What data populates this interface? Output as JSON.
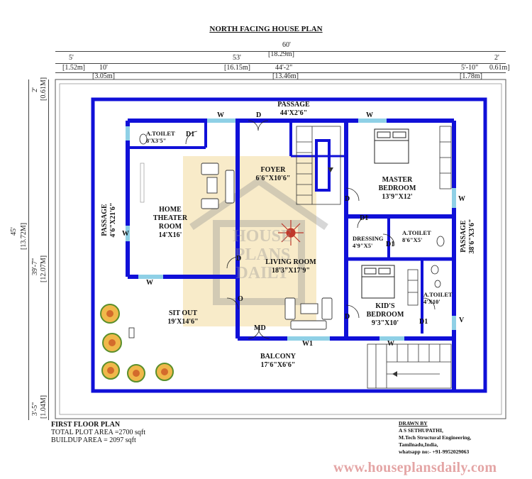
{
  "title": "NORTH FACING HOUSE PLAN",
  "dimensions": {
    "total_width_ft": "60'",
    "total_width_m": "[18.29m]",
    "d5_ft": "5'",
    "d5_m": "[1.52m]",
    "d53_ft": "53'",
    "d53_m": "[16.15m]",
    "d2_ft": "2'",
    "d2_m": "0.61m]",
    "d10_ft": "10'",
    "d10_m": "[3.05m]",
    "d44_ft": "44'-2\"",
    "d44_m": "[13.46m]",
    "d5_10_ft": "5'-10\"",
    "d5_10_m": "[1.78m]",
    "left_2_ft": "2'",
    "left_2_m": "[0.61M]",
    "left_45_ft": "45'",
    "left_45_m": "[13.72M]",
    "left_39_ft": "39'-7\"",
    "left_39_m": "[12.07M]",
    "left_3_ft": "3'-5\"",
    "left_3_m": "[1.04M]"
  },
  "rooms": {
    "passage_top": "PASSAGE",
    "passage_top_dim": "44'X2'6\"",
    "toilet1_name": "A.TOILET",
    "toilet1_dim": "8'X3'5\"",
    "foyer_name": "FOYER",
    "foyer_dim": "6'6\"X10'6\"",
    "master_name": "MASTER",
    "master_name2": "BEDROOM",
    "master_dim": "13'9\"X12'",
    "home_theater_1": "HOME",
    "home_theater_2": "THEATER",
    "home_theater_3": "ROOM",
    "home_theater_dim": "14'X16'",
    "passage_left": "PASSAGE",
    "passage_left_dim": "4'6\"X21'6\"",
    "dressing_name": "DRESSING",
    "dressing_dim": "4'9\"X5'",
    "toilet2_name": "A.TOILET",
    "toilet2_dim": "8'6\"X5'",
    "passage_right": "PASSAGE",
    "passage_right_dim": "38'6\"X3'6\"",
    "living_name": "LIVING ROOM",
    "living_dim": "18'3\"X17'9\"",
    "kids_name": "KID'S",
    "kids_name2": "BEDROOM",
    "kids_dim": "9'3\"X10'",
    "toilet3_name": "A.TOILET",
    "toilet3_dim": "4'X10'",
    "sitout_name": "SIT OUT",
    "sitout_dim": "19'X14'6\"",
    "balcony_name": "BALCONY",
    "balcony_dim": "17'6\"X6'6\""
  },
  "marks": {
    "w": "W",
    "d": "D",
    "d1": "D1",
    "o": "O",
    "md": "MD",
    "w1": "W1",
    "v": "V"
  },
  "watermark": {
    "line1": "HOUSE",
    "line2": "PLANS",
    "line3": "DAILY"
  },
  "footer": {
    "floor": "FIRST FLOOR PLAN",
    "plot_area": "TOTAL PLOT AREA =2700 sqft",
    "buildup_area": "BUILDUP AREA = 2097 sqft",
    "drawn_by": "DRAWN BY",
    "author": "A S SETHUPATHI,",
    "qualification": "M.Tech Structural Engineering,",
    "location": "Tamilnadu,India,",
    "whatsapp": "whatsapp no:- +91-9952029063",
    "website": "www.houseplansdaily.com"
  },
  "colors": {
    "wall": "#1010d8",
    "window": "#8fd0e6",
    "highlight": "#f7e7bf",
    "website": "#e4a5a5"
  }
}
